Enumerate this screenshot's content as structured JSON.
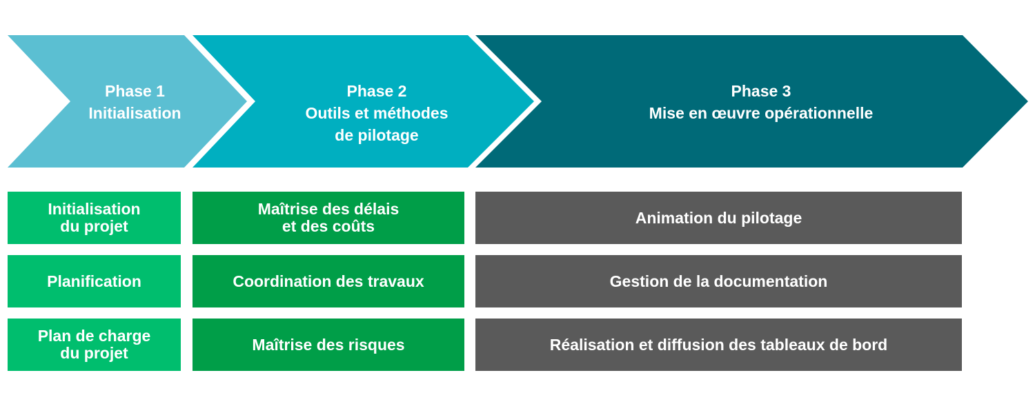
{
  "phases": [
    {
      "title": "Phase 1",
      "subtitle": "Initialisation",
      "color": "#5bbfd2"
    },
    {
      "title": "Phase 2",
      "subtitle_line1": "Outils et méthodes",
      "subtitle_line2": "de pilotage",
      "color": "#00afc0"
    },
    {
      "title": "Phase 3",
      "subtitle": "Mise en œuvre opérationnelle",
      "color": "#006a78"
    }
  ],
  "tasks": {
    "phase1": [
      "Initialisation\ndu projet",
      "Planification",
      "Plan de charge\ndu projet"
    ],
    "phase2": [
      "Maîtrise des délais\net des coûts",
      "Coordination des travaux",
      "Maîtrise des risques"
    ],
    "phase3": [
      "Animation du pilotage",
      "Gestion de la documentation",
      "Réalisation et diffusion des tableaux de bord"
    ]
  },
  "colors": {
    "phase1_tasks": "#00be6e",
    "phase2_tasks": "#009e48",
    "phase3_tasks": "#5a5a5a",
    "text": "#ffffff"
  }
}
